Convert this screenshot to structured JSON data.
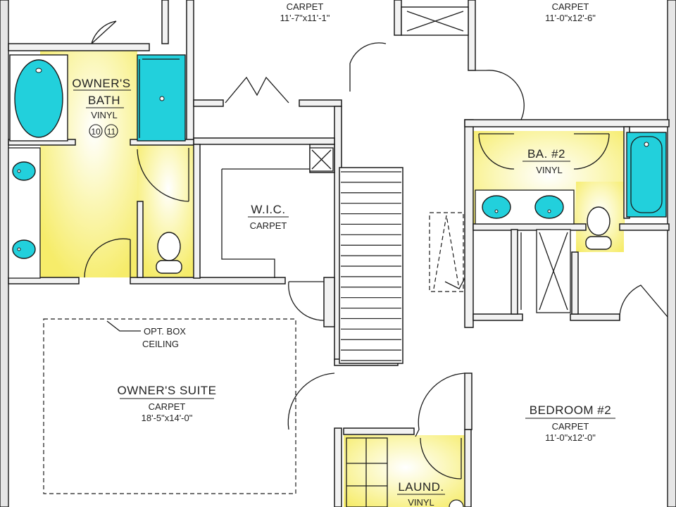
{
  "rooms": {
    "top_left_bedroom": {
      "floor": "CARPET",
      "dims": "11'-7\"x11'-1\""
    },
    "top_right_bedroom": {
      "floor": "CARPET",
      "dims": "11'-0\"x12'-6\""
    },
    "owners_bath": {
      "title_line1": "OWNER'S",
      "title_line2": "BATH",
      "floor": "VINYL",
      "note_a": "10",
      "note_b": "11"
    },
    "wic": {
      "title": "W.I.C.",
      "floor": "CARPET"
    },
    "bath2": {
      "title": "BA. #2",
      "floor": "VINYL"
    },
    "owners_suite": {
      "title": "OWNER'S SUITE",
      "floor": "CARPET",
      "dims": "18'-5\"x14'-0\""
    },
    "bedroom2": {
      "title": "BEDROOM #2",
      "floor": "CARPET",
      "dims": "11'-0\"x12'-0\""
    },
    "laundry": {
      "title": "LAUND.",
      "floor": "VINYL"
    }
  },
  "annotations": {
    "box_ceiling_line1": "OPT. BOX",
    "box_ceiling_line2": "CEILING"
  },
  "colors": {
    "wet_area": "#f9f27a",
    "fixture": "#22d0dc",
    "wall": "#1a1a1a"
  }
}
